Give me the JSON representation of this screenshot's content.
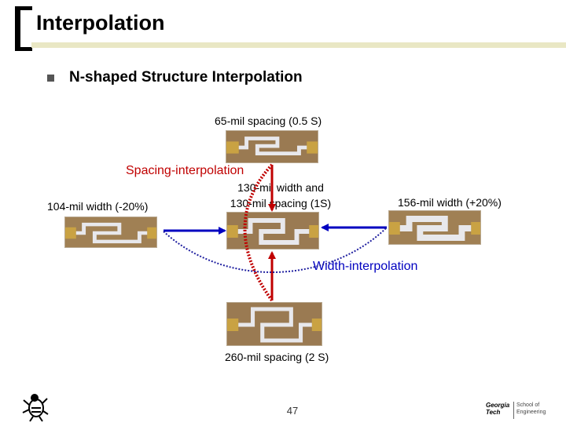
{
  "slide": {
    "title": "Interpolation",
    "bullet": "N-shaped Structure Interpolation",
    "labels": {
      "top": "65-mil spacing (0.5 S)",
      "left": "104-mil width (-20%)",
      "center_line1": "130-mil width and",
      "center_line2": "130-mil spacing (1S)",
      "right": "156-mil width (+20%)",
      "bottom": "260-mil spacing (2 S)"
    },
    "interpolation": {
      "spacing": "Spacing-interpolation",
      "width": "Width-interpolation"
    },
    "page_number": "47",
    "logo_text": {
      "line1": "Georgia",
      "line2": "Tech",
      "line3": "School of",
      "line4": "Engineering"
    }
  },
  "colors": {
    "arrow_red": "#c00000",
    "arrow_blue": "#0000c0",
    "dotted_red": "#c00000",
    "dotted_blue": "#2020a0",
    "title_rule": "#e9e7c4",
    "pcb_board": "#9a7a52",
    "pcb_trace": "#e8e8ec"
  },
  "icons": {
    "bullet": "square-bullet-icon",
    "mascot": "buzz-mascot-icon",
    "logo": "georgia-tech-logo-icon"
  }
}
